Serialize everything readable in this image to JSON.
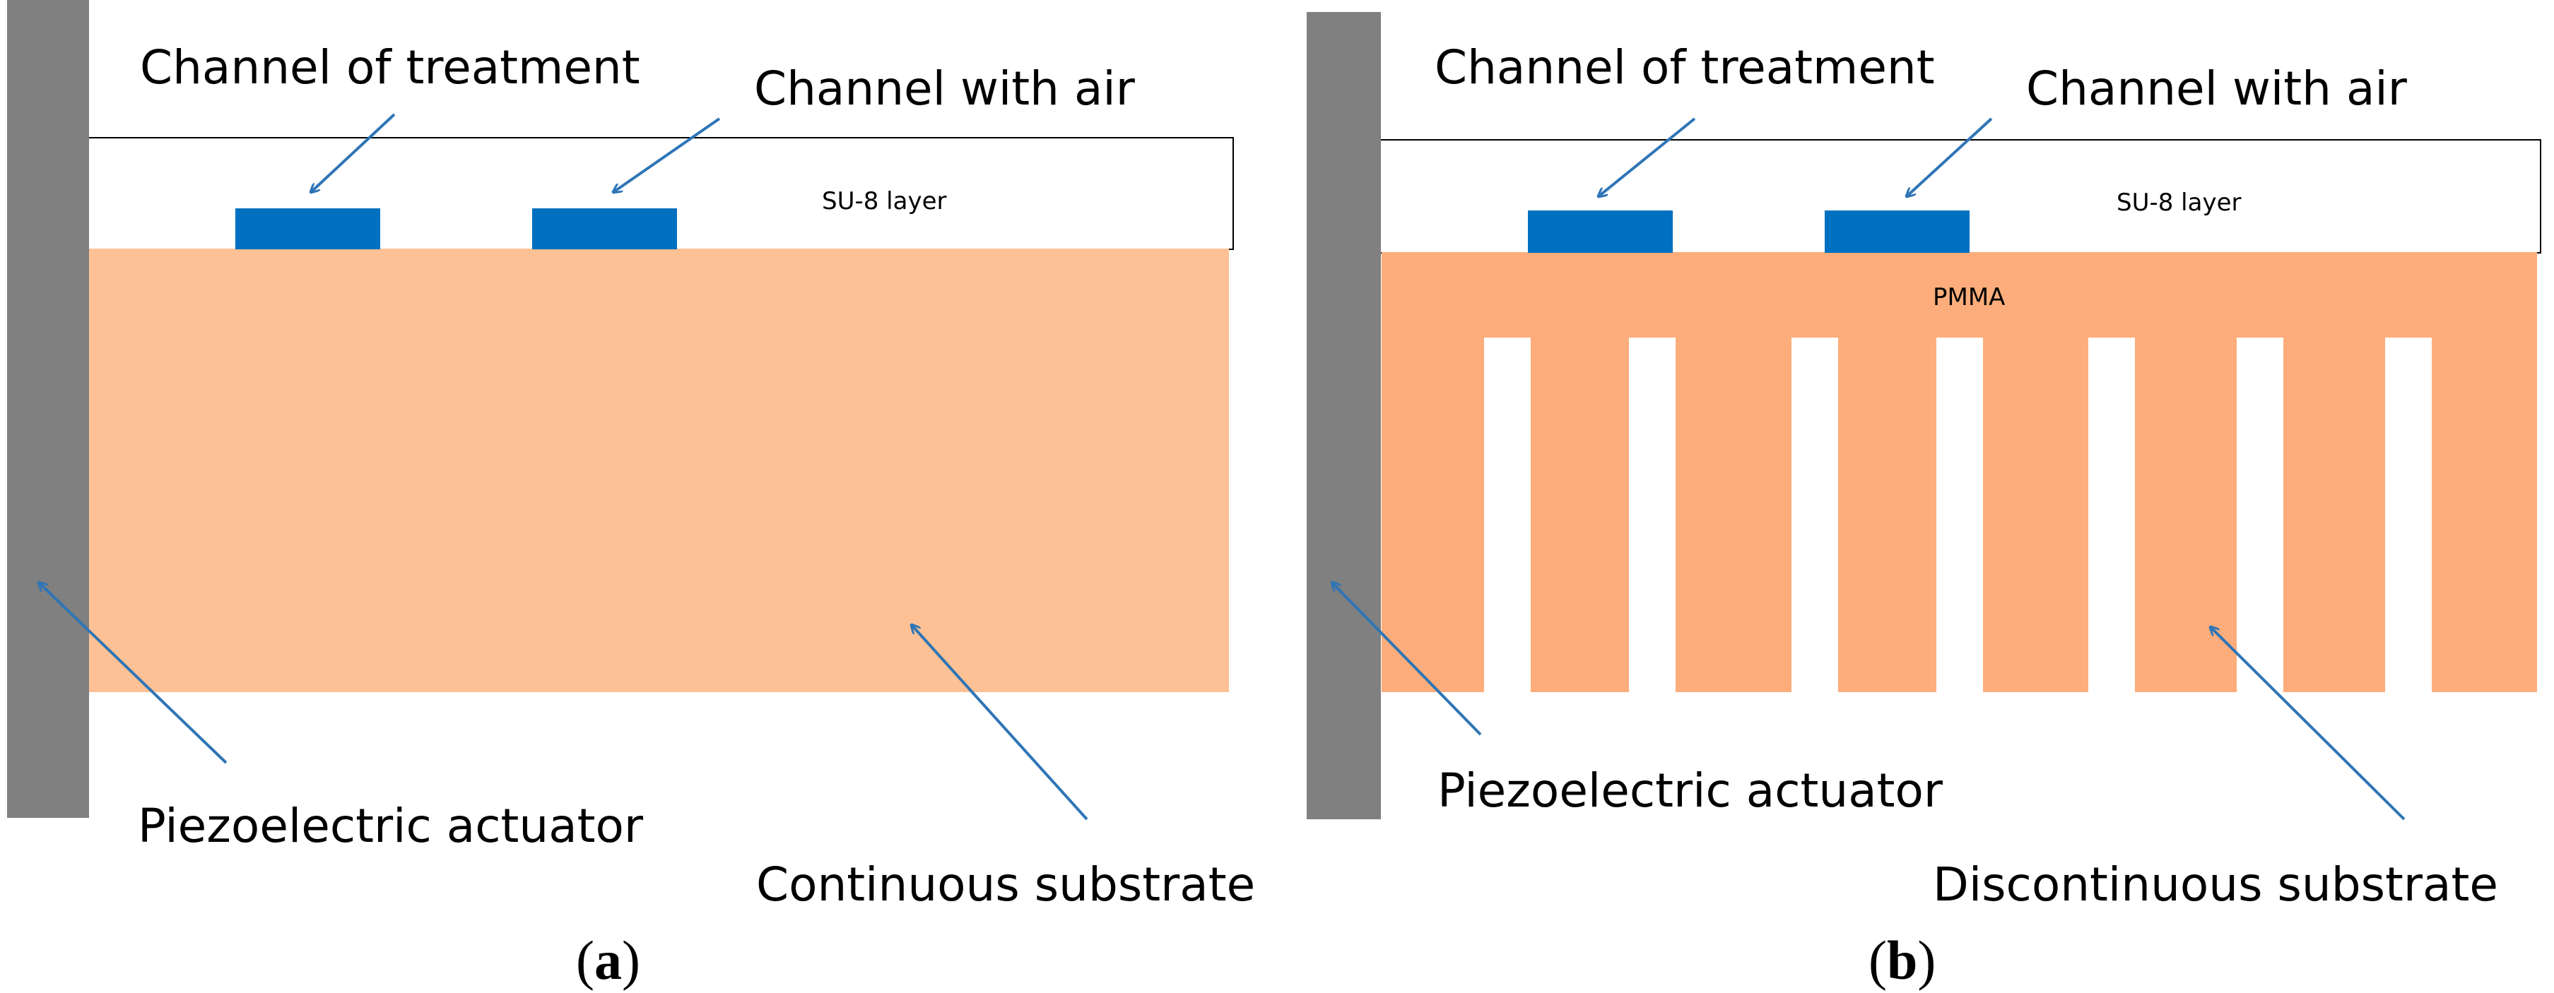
{
  "colors": {
    "actuator": "#808080",
    "substrate_a": "#FDC195",
    "substrate_b": "#FCAD7B",
    "channel": "#0070C0",
    "arrow": "#2E75B6",
    "su8_border": "#000000"
  },
  "panel_a": {
    "channel_treatment_label": "Channel of treatment",
    "channel_air_label": "Channel with air",
    "su8_label": "SU-8 layer",
    "actuator_label": "Piezoelectric actuator",
    "substrate_label": "Continuous substrate",
    "caption_open": "(",
    "caption_letter": "a",
    "caption_close": ")"
  },
  "panel_b": {
    "channel_treatment_label": "Channel of treatment",
    "channel_air_label": "Channel with air",
    "su8_label": "SU-8 layer",
    "pmma_label": "PMMA",
    "actuator_label": "Piezoelectric actuator",
    "substrate_label": "Discontinuous substrate",
    "caption_open": "(",
    "caption_letter": "b",
    "caption_close": ")"
  }
}
